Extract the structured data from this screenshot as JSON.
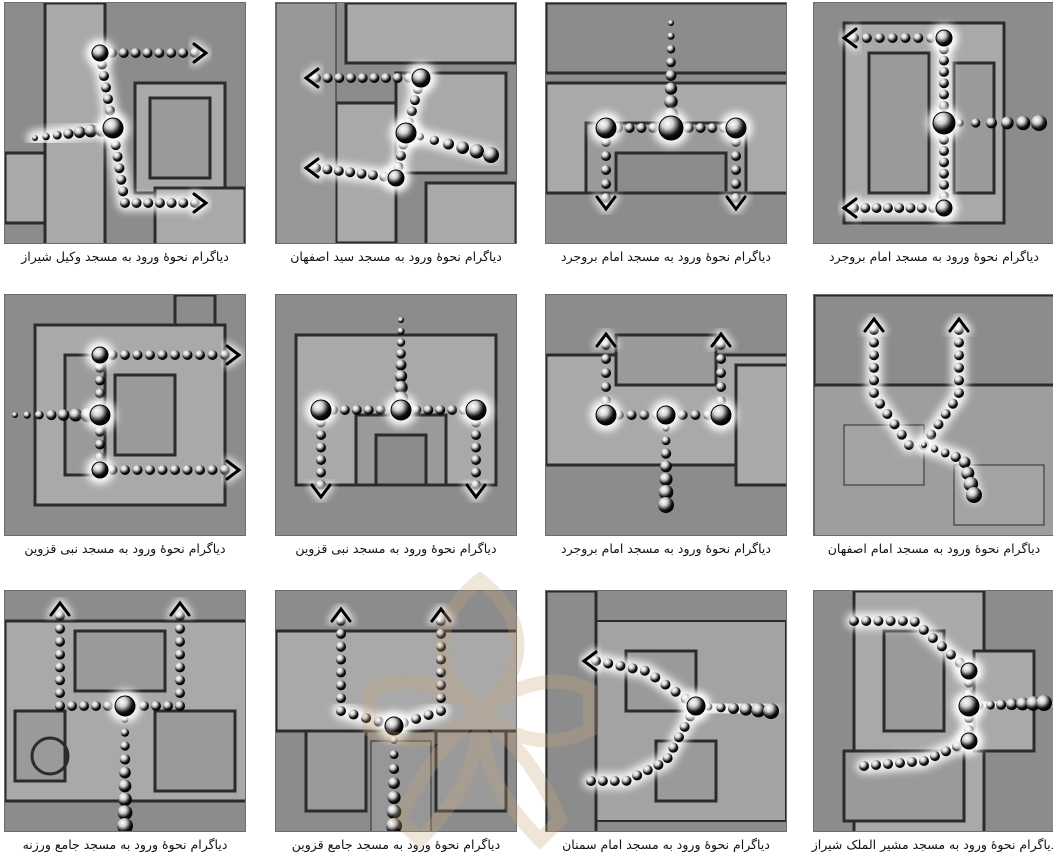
{
  "figure": {
    "panels": [
      {
        "id": "r1c1",
        "caption": "دیاگرام نحوهٔ ورود به مسجد وکیل شیراز"
      },
      {
        "id": "r1c2",
        "caption": "دیاگرام نحوهٔ ورود به مسجد سید اصفهان"
      },
      {
        "id": "r1c3",
        "caption": "دیاگرام نحوهٔ ورود به مسجد امام بروجرد"
      },
      {
        "id": "r1c4",
        "caption": "دیاگرام نحوهٔ ورود به مسجد امام بروجرد"
      },
      {
        "id": "r2c1",
        "caption": "دیاگرام نحوهٔ ورود به مسجد نبی قزوین"
      },
      {
        "id": "r2c2",
        "caption": "دیاگرام نحوهٔ ورود به مسجد نبی قزوین"
      },
      {
        "id": "r2c3",
        "caption": "دیاگرام نحوهٔ ورود به مسجد امام بروجرد"
      },
      {
        "id": "r2c4",
        "caption": "دیاگرام نحوهٔ ورود به مسجد امام اصفهان"
      },
      {
        "id": "r3c1",
        "caption": "دیاگرام نحوهٔ ورود به مسجد جامع ورزنه"
      },
      {
        "id": "r3c2",
        "caption": "دیاگرام نحوهٔ ورود به مسجد جامع قزوین"
      },
      {
        "id": "r3c3",
        "caption": "دیاگرام نحوهٔ ورود به مسجد امام سمنان"
      },
      {
        "id": "r3c4",
        "caption": "دیاگرام نحوهٔ ورود به مسجد مشیر الملک شیراز"
      }
    ],
    "colors": {
      "panel_bg": "#8c8c8c",
      "wall": "#2b2b2b",
      "dot": "#000000",
      "halo": "#ffffff"
    }
  }
}
